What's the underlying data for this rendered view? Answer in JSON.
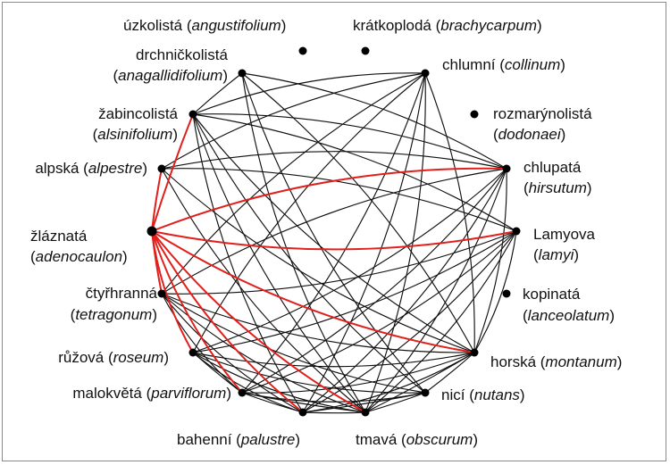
{
  "colors": {
    "red_edge": "#e0201c",
    "black_edge": "#111111",
    "node": "#000000",
    "border": "#8a8a8a"
  },
  "nodes": [
    {
      "id": "angustifolium",
      "common": "úzkolistá",
      "scientific": "angustifolium"
    },
    {
      "id": "brachycarpum",
      "common": "krátkoplodá",
      "scientific": "brachycarpum"
    },
    {
      "id": "anagallidifolium",
      "common": "drchničkolistá",
      "scientific": "anagallidifolium"
    },
    {
      "id": "collinum",
      "common": "chlumní",
      "scientific": "collinum"
    },
    {
      "id": "alsinifolium",
      "common": "žabincolistá",
      "scientific": "alsinifolium"
    },
    {
      "id": "dodonaei",
      "common": "rozmarýnolistá",
      "scientific": "dodonaei"
    },
    {
      "id": "alpestre",
      "common": "alpská",
      "scientific": "alpestre"
    },
    {
      "id": "hirsutum",
      "common": "chlupatá",
      "scientific": "hirsutum"
    },
    {
      "id": "adenocaulon",
      "common": "žláznatá",
      "scientific": "adenocaulon"
    },
    {
      "id": "lamyi",
      "common": "Lamyova",
      "scientific": "lamyi"
    },
    {
      "id": "tetragonum",
      "common": "čtyřhranná",
      "scientific": "tetragonum"
    },
    {
      "id": "lanceolatum",
      "common": "kopinatá",
      "scientific": "lanceolatum"
    },
    {
      "id": "roseum",
      "common": "růžová",
      "scientific": "roseum"
    },
    {
      "id": "montanum",
      "common": "horská",
      "scientific": "montanum"
    },
    {
      "id": "parviflorum",
      "common": "malokvětá",
      "scientific": "parviflorum"
    },
    {
      "id": "nutans",
      "common": "nicí",
      "scientific": "nutans"
    },
    {
      "id": "palustre",
      "common": "bahenní",
      "scientific": "palustre"
    },
    {
      "id": "obscurum",
      "common": "tmavá",
      "scientific": "obscurum"
    }
  ],
  "red_edges": [
    [
      "adenocaulon",
      "alsinifolium"
    ],
    [
      "adenocaulon",
      "alpestre"
    ],
    [
      "adenocaulon",
      "hirsutum"
    ],
    [
      "adenocaulon",
      "lamyi"
    ],
    [
      "adenocaulon",
      "tetragonum"
    ],
    [
      "adenocaulon",
      "roseum"
    ],
    [
      "adenocaulon",
      "montanum"
    ],
    [
      "adenocaulon",
      "parviflorum"
    ],
    [
      "adenocaulon",
      "palustre"
    ],
    [
      "adenocaulon",
      "obscurum"
    ]
  ],
  "black_edges": [
    [
      "anagallidifolium",
      "alsinifolium"
    ],
    [
      "anagallidifolium",
      "hirsutum"
    ],
    [
      "anagallidifolium",
      "montanum"
    ],
    [
      "anagallidifolium",
      "nutans"
    ],
    [
      "anagallidifolium",
      "obscurum"
    ],
    [
      "collinum",
      "alsinifolium"
    ],
    [
      "collinum",
      "alpestre"
    ],
    [
      "collinum",
      "tetragonum"
    ],
    [
      "collinum",
      "roseum"
    ],
    [
      "collinum",
      "parviflorum"
    ],
    [
      "collinum",
      "palustre"
    ],
    [
      "collinum",
      "obscurum"
    ],
    [
      "collinum",
      "montanum"
    ],
    [
      "alsinifolium",
      "hirsutum"
    ],
    [
      "alsinifolium",
      "lamyi"
    ],
    [
      "alsinifolium",
      "montanum"
    ],
    [
      "alsinifolium",
      "nutans"
    ],
    [
      "alsinifolium",
      "palustre"
    ],
    [
      "alsinifolium",
      "obscurum"
    ],
    [
      "alpestre",
      "hirsutum"
    ],
    [
      "alpestre",
      "lamyi"
    ],
    [
      "alpestre",
      "montanum"
    ],
    [
      "alpestre",
      "obscurum"
    ],
    [
      "hirsutum",
      "tetragonum"
    ],
    [
      "hirsutum",
      "roseum"
    ],
    [
      "hirsutum",
      "parviflorum"
    ],
    [
      "hirsutum",
      "palustre"
    ],
    [
      "hirsutum",
      "obscurum"
    ],
    [
      "hirsutum",
      "montanum"
    ],
    [
      "lamyi",
      "tetragonum"
    ],
    [
      "lamyi",
      "roseum"
    ],
    [
      "lamyi",
      "parviflorum"
    ],
    [
      "lamyi",
      "palustre"
    ],
    [
      "lamyi",
      "obscurum"
    ],
    [
      "lamyi",
      "montanum"
    ],
    [
      "tetragonum",
      "montanum"
    ],
    [
      "tetragonum",
      "palustre"
    ],
    [
      "tetragonum",
      "obscurum"
    ],
    [
      "tetragonum",
      "nutans"
    ],
    [
      "tetragonum",
      "parviflorum"
    ],
    [
      "roseum",
      "montanum"
    ],
    [
      "roseum",
      "palustre"
    ],
    [
      "roseum",
      "obscurum"
    ],
    [
      "roseum",
      "parviflorum"
    ],
    [
      "roseum",
      "nutans"
    ],
    [
      "parviflorum",
      "montanum"
    ],
    [
      "parviflorum",
      "palustre"
    ],
    [
      "parviflorum",
      "obscurum"
    ],
    [
      "parviflorum",
      "nutans"
    ],
    [
      "palustre",
      "montanum"
    ],
    [
      "palustre",
      "nutans"
    ],
    [
      "palustre",
      "obscurum"
    ],
    [
      "obscurum",
      "montanum"
    ],
    [
      "obscurum",
      "nutans"
    ],
    [
      "montanum",
      "nutans"
    ]
  ]
}
